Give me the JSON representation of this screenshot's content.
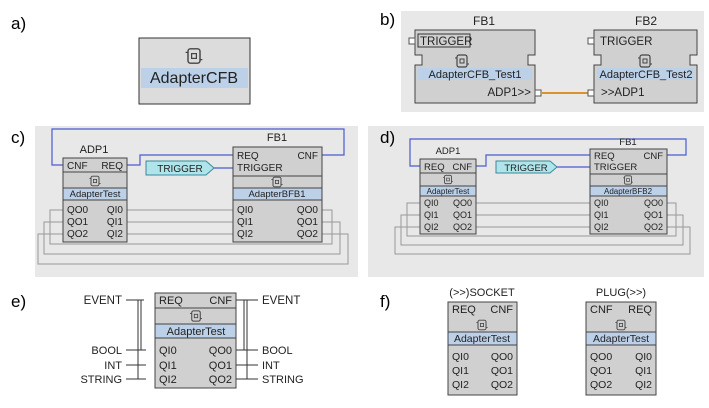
{
  "panel_labels": [
    "a)",
    "b)",
    "c)",
    "d)",
    "e)",
    "f)"
  ],
  "a": {
    "block_name": "AdapterCFB"
  },
  "b": {
    "fb1_title": "FB1",
    "fb1_event": "TRIGGER",
    "fb1_name": "AdapterCFB_Test1",
    "fb1_output": "ADP1>>",
    "fb2_title": "FB2",
    "fb2_event": "TRIGGER",
    "fb2_name": "AdapterCFB_Test2",
    "fb2_input": ">>ADP1"
  },
  "c": {
    "adp_title": "ADP1",
    "adp_ev_left": "CNF",
    "adp_ev_right": "REQ",
    "adp_name": "AdapterTest",
    "adp_left": [
      "QO0",
      "QO1",
      "QO2"
    ],
    "adp_right": [
      "QI0",
      "QI1",
      "QI2"
    ],
    "trigger": "TRIGGER",
    "fb_title": "FB1",
    "fb_ev_left": [
      "REQ",
      "TRIGGER"
    ],
    "fb_ev_right": "CNF",
    "fb_name": "AdapterBFB1",
    "fb_left": [
      "QI0",
      "QI1",
      "QI2"
    ],
    "fb_right": [
      "QO0",
      "QO1",
      "QO2"
    ]
  },
  "d": {
    "adp_title": "ADP1",
    "adp_ev_left": "REQ",
    "adp_ev_right": "CNF",
    "adp_name": "AdapterTest",
    "adp_left": [
      "QI0",
      "QI1",
      "QI2"
    ],
    "adp_right": [
      "QO0",
      "QO1",
      "QO2"
    ],
    "trigger": "TRIGGER",
    "fb_title": "FB1",
    "fb_ev_left": [
      "REQ",
      "TRIGGER"
    ],
    "fb_ev_right": "CNF",
    "fb_name": "AdapterBFB2",
    "fb_left": [
      "QI0",
      "QI1",
      "QI2"
    ],
    "fb_right": [
      "QO0",
      "QO1",
      "QO2"
    ]
  },
  "e": {
    "event_in": "EVENT",
    "event_out": "EVENT",
    "ev_in": "REQ",
    "ev_out": "CNF",
    "name": "AdapterTest",
    "data_in_types": [
      "BOOL",
      "INT",
      "STRING"
    ],
    "data_in": [
      "QI0",
      "QI1",
      "QI2"
    ],
    "data_out": [
      "QO0",
      "QO1",
      "QO2"
    ],
    "data_out_types": [
      "BOOL",
      "INT",
      "STRING"
    ]
  },
  "f": {
    "socket_title": "(>>)SOCKET",
    "socket_ev_left": "REQ",
    "socket_ev_right": "CNF",
    "socket_name": "AdapterTest",
    "socket_left": [
      "QI0",
      "QI1",
      "QI2"
    ],
    "socket_right": [
      "QO0",
      "QO1",
      "QO2"
    ],
    "plug_title": "PLUG(>>)",
    "plug_ev_left": "CNF",
    "plug_ev_right": "REQ",
    "plug_name": "AdapterTest",
    "plug_left": [
      "QO0",
      "QO1",
      "QO2"
    ],
    "plug_right": [
      "QI0",
      "QI1",
      "QI2"
    ]
  }
}
